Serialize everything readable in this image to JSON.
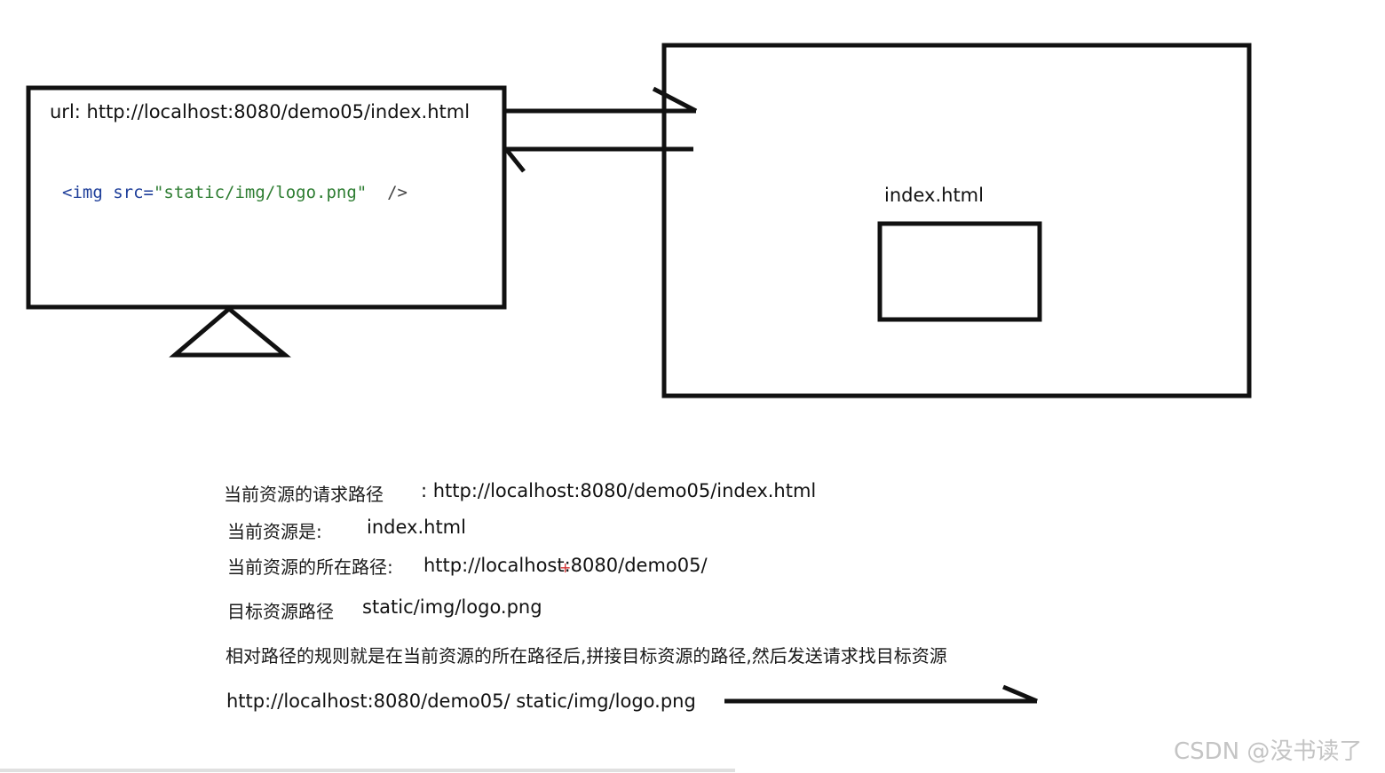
{
  "browser": {
    "url_text": "url: http://localhost:8080/demo05/index.html",
    "code": {
      "tag_open": "<img",
      "attr": "src=",
      "value": "\"static/img/logo.png\"",
      "tag_close": "/>"
    }
  },
  "server": {
    "file_label": "index.html"
  },
  "notes": {
    "request_path_label": "当前资源的请求路径",
    "request_path_value": ": http://localhost:8080/demo05/index.html",
    "current_resource_label": "当前资源是:",
    "current_resource_value": "index.html",
    "location_label": "当前资源的所在路径:",
    "location_value": "http://localhost:8080/demo05/",
    "target_label": "目标资源路径",
    "target_value": "static/img/logo.png",
    "rule_text": "相对路径的规则就是在当前资源的所在路径后,拼接目标资源的路径,然后发送请求找目标资源",
    "result_url": "http://localhost:8080/demo05/ static/img/logo.png"
  },
  "watermark": "CSDN @没书读了",
  "colors": {
    "stroke": "#111111",
    "code_keyword": "#1f3f9a",
    "code_string": "#2e7d32",
    "cursor": "#d32f2f",
    "watermark": "#c4c4c4"
  }
}
